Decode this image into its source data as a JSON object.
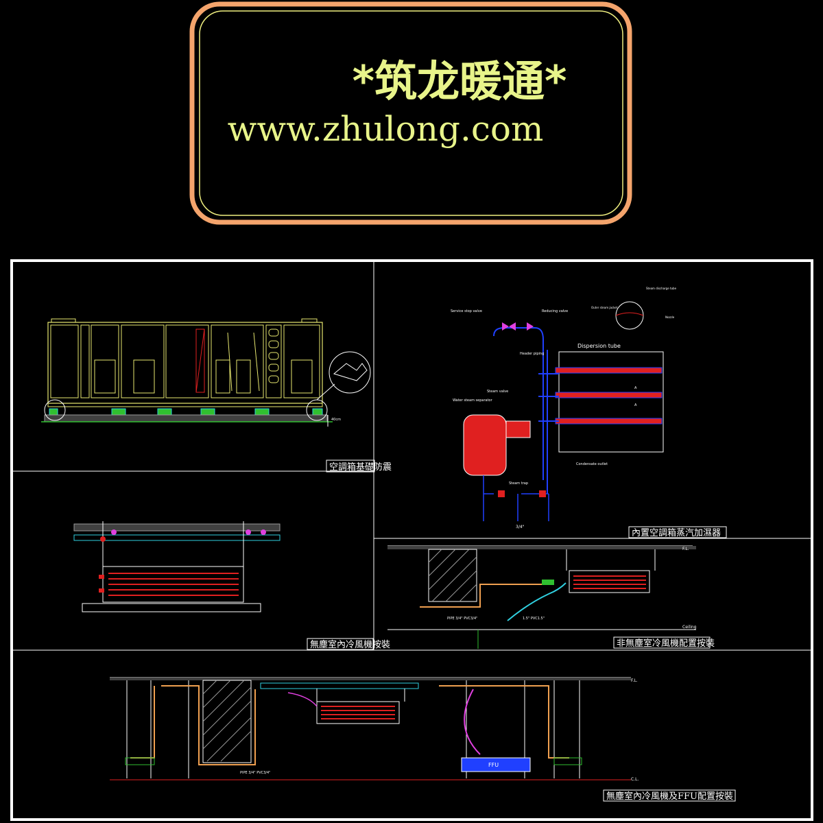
{
  "colors": {
    "background": "#000000",
    "logo_outer": "#F4A46C",
    "logo_inner": "#F0F080",
    "logo_text": "#E8F48A",
    "frame": "#FFFFFF",
    "cad_yellow": "#E8E870",
    "cad_red": "#E02020",
    "cad_blue": "#2040FF",
    "cad_magenta": "#E040E0",
    "cad_cyan": "#30D0E0",
    "cad_green": "#30C030",
    "cad_orange": "#F0A050"
  },
  "logo": {
    "title": "*筑龙暖通*",
    "url": "www.zhulong.com"
  },
  "panels": {
    "ahu_foundation": {
      "caption": "空調箱基礎防震"
    },
    "steam_humidifier": {
      "caption": "內置空調箱蒸汽加濕器",
      "labels": {
        "dispersion_tube": "Dispersion tube",
        "service_stop_valve": "Service stop valve",
        "reducing_valve": "Reducing valve",
        "header_piping": "Header piping",
        "steam_valve": "Steam valve",
        "water_steam_separator": "Water steam separator",
        "steam_trap": "Steam trap",
        "condensate_outlet": "Condensate outlet",
        "steam_discharge_tube": "Steam discharge tube",
        "nozzle": "Nozzle",
        "outer_pipe": "Outer steam jacket",
        "point_a1": "A",
        "point_a2": "A",
        "size": "3/4\""
      }
    },
    "cleanroom_fcu": {
      "caption": "無塵室內冷風機按裝"
    },
    "non_cleanroom_fcu": {
      "caption": "非無塵室冷風機配置按裝",
      "labels": {
        "fl": "F.L.",
        "ceiling": "Ceiling",
        "pipe1": "PIPE 3/4\" PVC3/4\"",
        "pipe2": "1.5\" PVC1.5\""
      }
    },
    "cleanroom_fcu_ffu": {
      "caption": "無塵室內冷風機及FFU配置按裝",
      "labels": {
        "fl": "F.L.",
        "cl": "C.L.",
        "ffu": "FFU",
        "pipe": "PIPE 3/4\" PVC3/4\""
      }
    }
  }
}
